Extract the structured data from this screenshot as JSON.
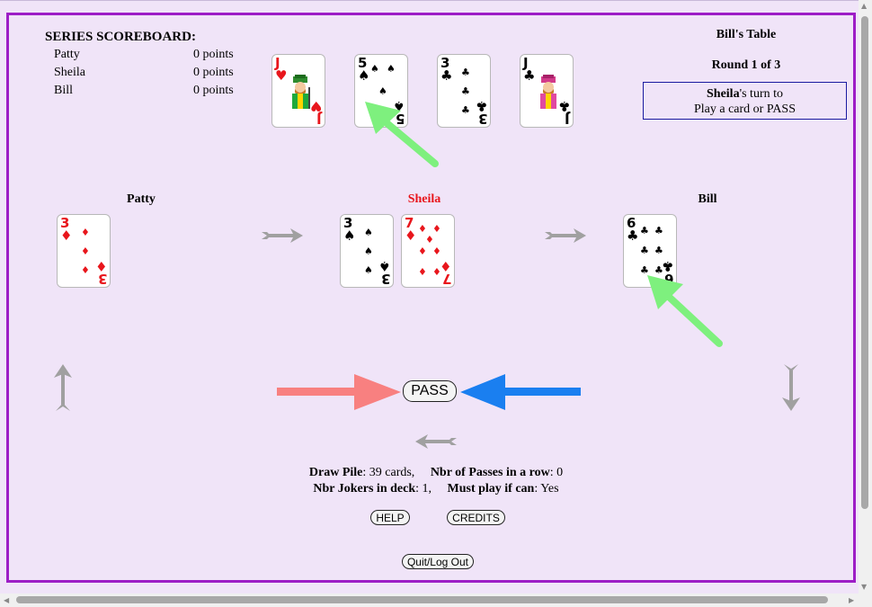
{
  "scoreboard": {
    "title": "SERIES SCOREBOARD:",
    "rows": [
      {
        "name": "Patty",
        "points": "0 points"
      },
      {
        "name": "Sheila",
        "points": "0 points"
      },
      {
        "name": "Bill",
        "points": "0 points"
      }
    ]
  },
  "table": {
    "title": "Bill's Table",
    "round": "Round 1 of 3",
    "turn_player": "Sheila",
    "turn_suffix": "'s turn to",
    "turn_action": "Play a card or PASS"
  },
  "hand_cards": [
    {
      "rank": "J",
      "suit": "♥",
      "color": "red",
      "face": "jack"
    },
    {
      "rank": "5",
      "suit": "♠",
      "color": "black",
      "face": "pips"
    },
    {
      "rank": "3",
      "suit": "♣",
      "color": "black",
      "face": "pips"
    },
    {
      "rank": "J",
      "suit": "♣",
      "color": "black",
      "face": "jack"
    }
  ],
  "players": [
    {
      "name": "Patty",
      "color": "#000000",
      "cards": [
        {
          "rank": "3",
          "suit": "♦",
          "color": "red"
        }
      ]
    },
    {
      "name": "Sheila",
      "color": "#e8161c",
      "cards": [
        {
          "rank": "3",
          "suit": "♠",
          "color": "black"
        },
        {
          "rank": "7",
          "suit": "♦",
          "color": "red"
        }
      ]
    },
    {
      "name": "Bill",
      "color": "#000000",
      "cards": [
        {
          "rank": "6",
          "suit": "♣",
          "color": "black"
        }
      ]
    }
  ],
  "buttons": {
    "pass": "PASS",
    "help": "HELP",
    "credits": "CREDITS",
    "quit": "Quit/Log Out"
  },
  "status": {
    "draw_pile_label": "Draw Pile",
    "draw_pile_value": ": 39 cards,",
    "passes_label": "Nbr of Passes in a row",
    "passes_value": ": 0",
    "jokers_label": "Nbr Jokers in deck",
    "jokers_value": ": 1,",
    "must_play_label": "Must play if can",
    "must_play_value": ": Yes"
  },
  "colors": {
    "frame": "#9d1dc6",
    "background": "#f0e4f8",
    "active_player": "#e8161c",
    "hint_arrow_green": "#7ef07e",
    "hint_arrow_red": "#f88080",
    "hint_arrow_blue": "#1a7ff0",
    "direction_arrow": "#a0a0a0"
  }
}
